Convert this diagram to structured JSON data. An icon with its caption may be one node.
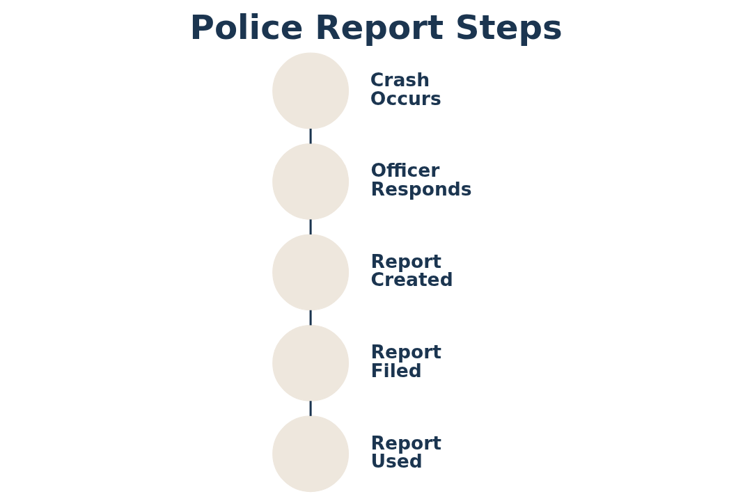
{
  "diagram": {
    "title": "Police Report Steps",
    "nodes": [
      {
        "text": [],
        "shape": "circle",
        "beside": [
          "Crash Occurs"
        ]
      },
      {
        "text": [],
        "shape": "circle",
        "beside": [
          "Officer Responds"
        ]
      },
      {
        "text": [],
        "shape": "circle",
        "beside": [
          "Report Created"
        ]
      },
      {
        "text": [],
        "shape": "circle",
        "beside": [
          "Report Filed"
        ]
      },
      {
        "text": [],
        "shape": "circle",
        "beside": [
          "Report Used"
        ]
      }
    ],
    "edges": [
      {
        "from": 0,
        "to": 1,
        "arrow": "none"
      },
      {
        "from": 1,
        "to": 2,
        "arrow": "none"
      },
      {
        "from": 2,
        "to": 3,
        "arrow": "none"
      },
      {
        "from": 3,
        "to": 4,
        "arrow": "none"
      }
    ]
  }
}
